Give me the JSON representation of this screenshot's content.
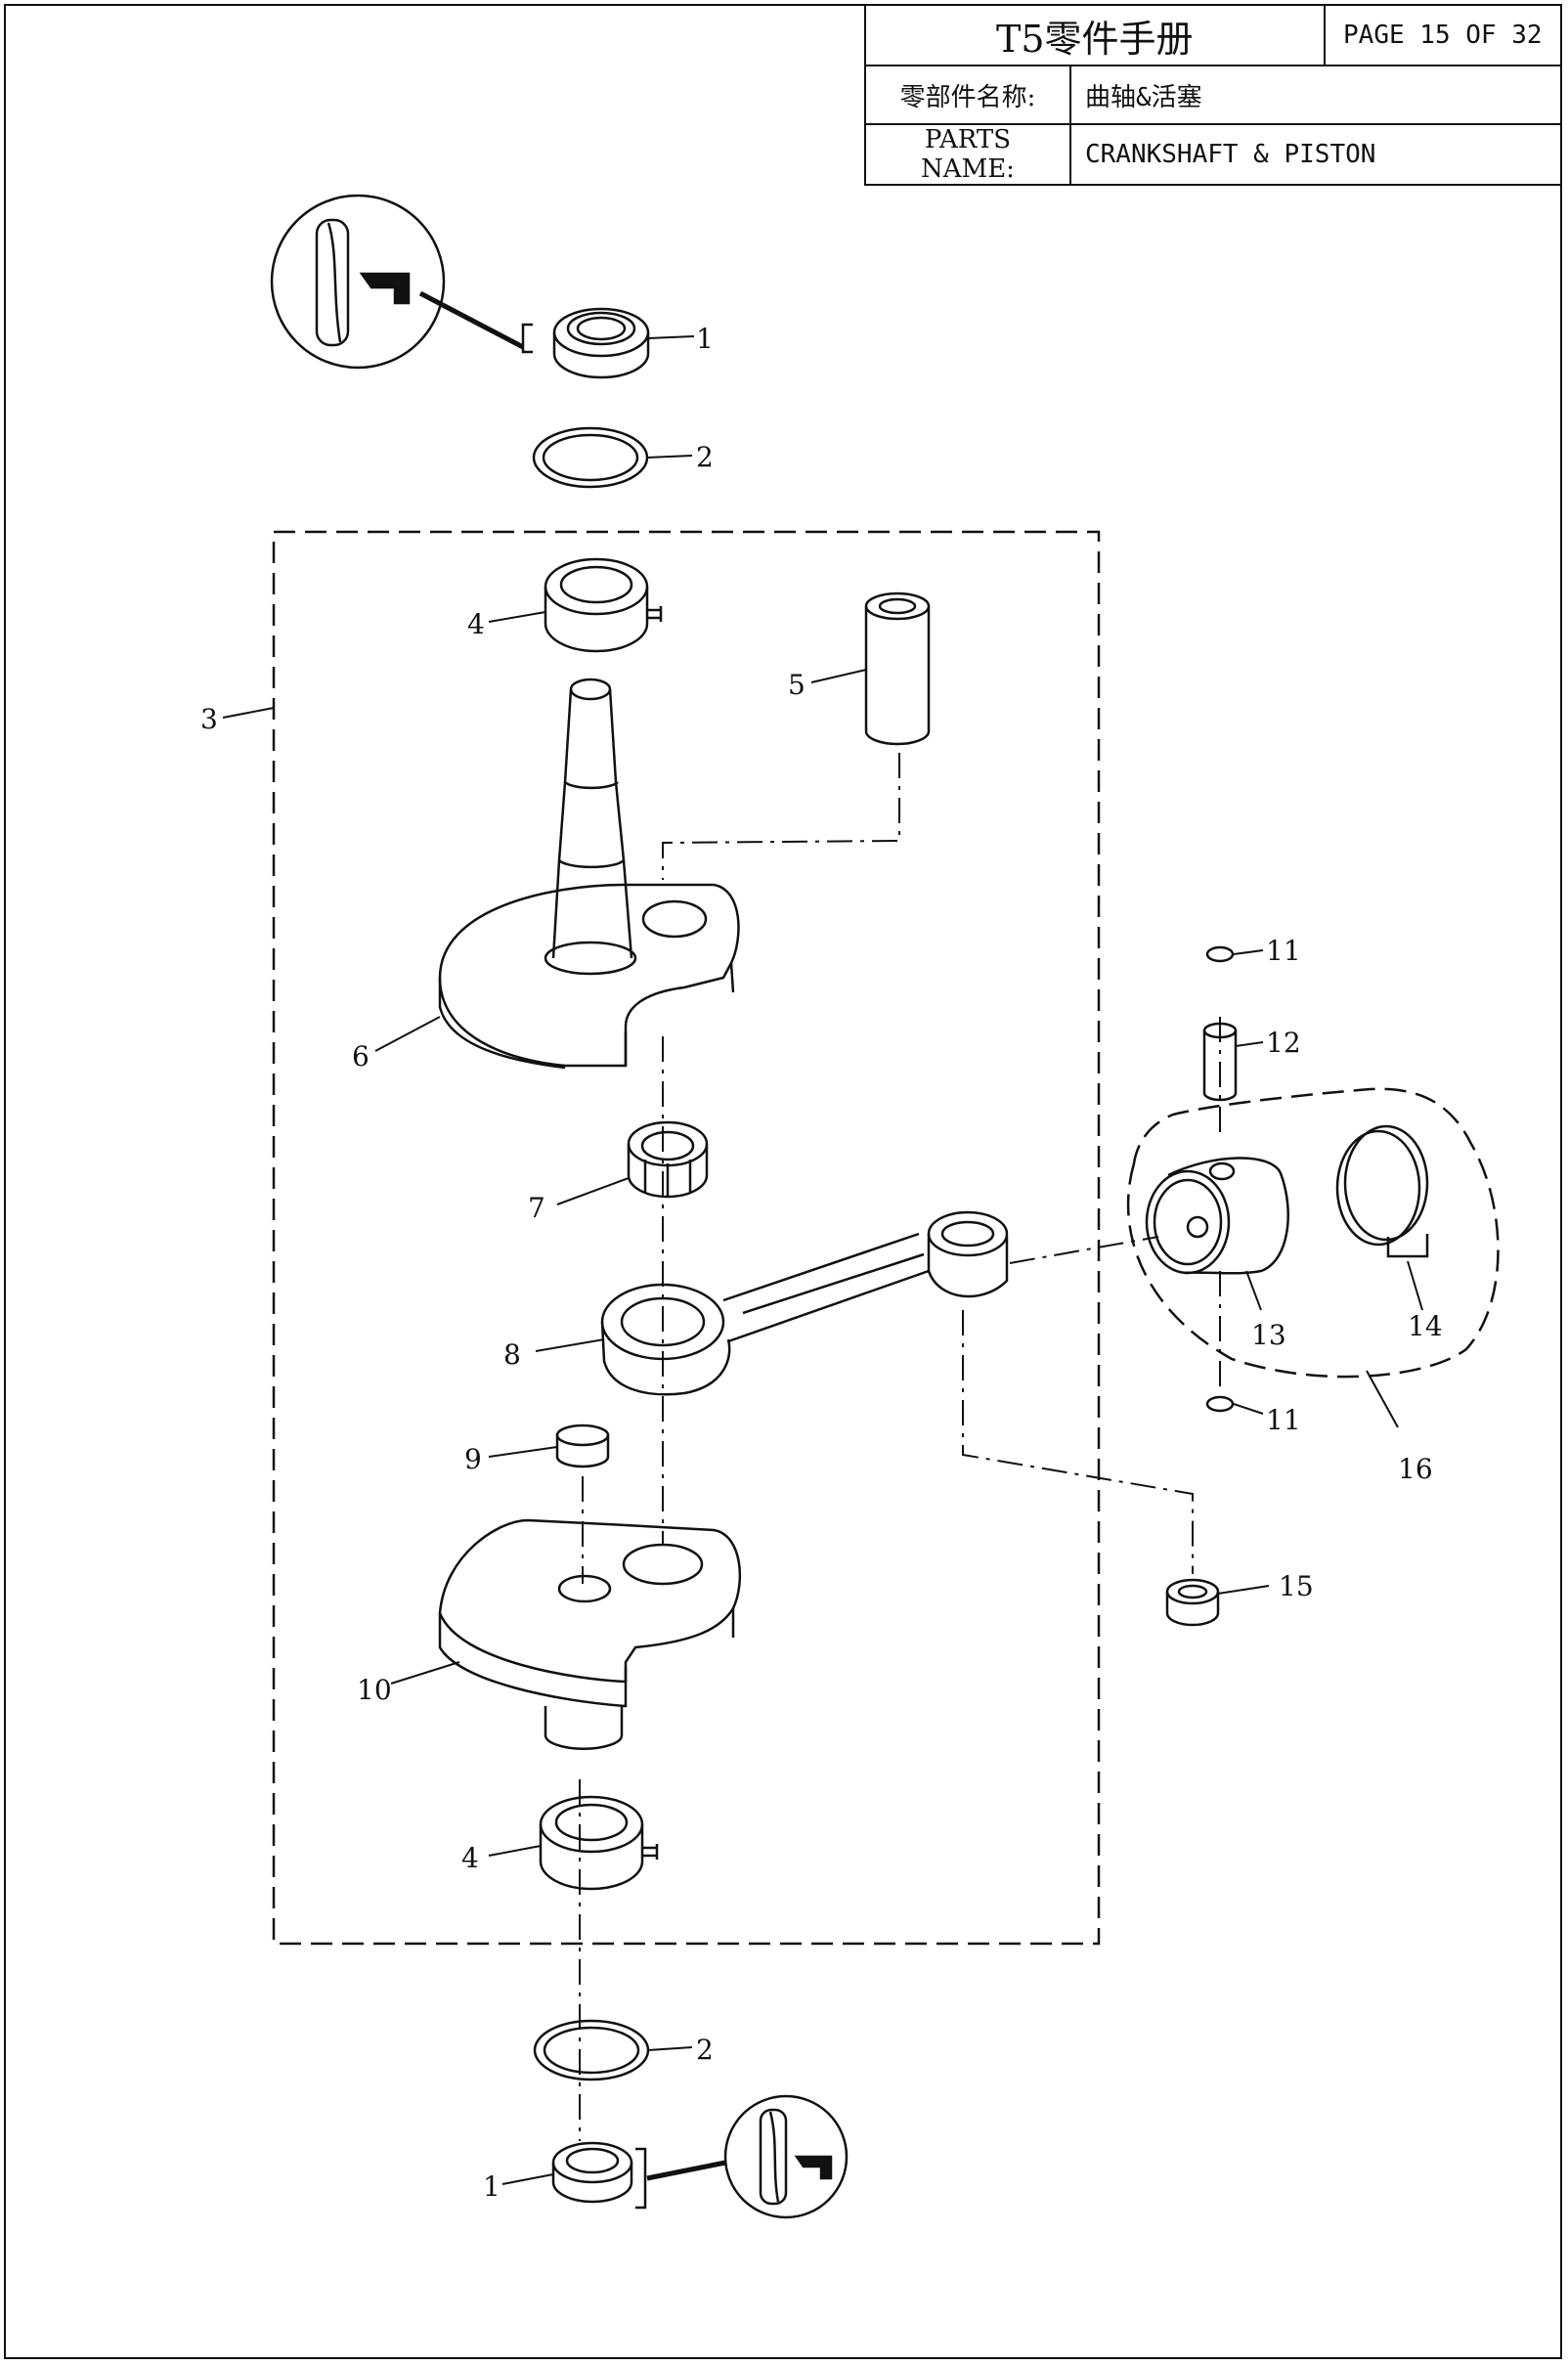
{
  "header": {
    "title": "T5零件手册",
    "page": "PAGE 15 OF 32",
    "name_label_cn": "零部件名称:",
    "name_value_cn": "曲轴&活塞",
    "name_label_en": "PARTS NAME:",
    "name_value_en": "CRANKSHAFT & PISTON"
  },
  "callouts": {
    "c1_top": "1",
    "c2_top": "2",
    "c3": "3",
    "c4_top": "4",
    "c5": "5",
    "c6": "6",
    "c7": "7",
    "c8": "8",
    "c9": "9",
    "c10": "10",
    "c11_top": "11",
    "c12": "12",
    "c13": "13",
    "c14": "14",
    "c11_bottom": "11",
    "c15": "15",
    "c16": "16",
    "c4_bottom": "4",
    "c2_bottom": "2",
    "c1_bottom": "1"
  }
}
